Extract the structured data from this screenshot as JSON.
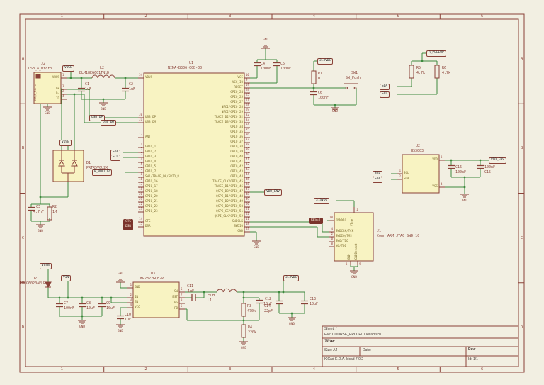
{
  "frame": {
    "columns": [
      "1",
      "2",
      "3",
      "4",
      "5",
      "6"
    ],
    "rows": [
      "A",
      "B",
      "C",
      "D"
    ]
  },
  "title_block": {
    "sheet": "Sheet: /",
    "file": "File: COURSE_PROJECT.kicad.sch",
    "title": "Title:",
    "size": "Size: A4",
    "date": "Date:",
    "rev": "Rev:",
    "generator": "KiCad E.D.A.  kicad 7.0.2",
    "id": "Id: 1/1"
  },
  "nets": {
    "vusb": "VUSB",
    "vin": "VIN",
    "usb_dp": "USB_DP",
    "usb_dm": "USB_DM",
    "sda": "SDA",
    "scl": "SCL",
    "r_pullup": "R_PULLUP",
    "v33": "3.3VDC",
    "vdd_env": "VDD_ENV",
    "gnd": "GND",
    "reset": "RESET",
    "cts": "CTS",
    "dsr": "DSR"
  },
  "components": {
    "U1": {
      "ref": "U1",
      "value": "NINA-B306-00B-00",
      "left_pins": [
        {
          "name": "VBUS",
          "num": "54"
        },
        null,
        null,
        null,
        null,
        null,
        null,
        null,
        {
          "name": "USB_DP",
          "num": "30"
        },
        {
          "name": "USB_DM",
          "num": "31"
        },
        null,
        null,
        {
          "name": "ANT",
          "num": "13"
        },
        null,
        {
          "name": "GPIO_1",
          "num": "1"
        },
        {
          "name": "GPIO_2",
          "num": "2"
        },
        {
          "name": "GPIO_3",
          "num": "3"
        },
        {
          "name": "GPIO_4",
          "num": "4"
        },
        {
          "name": "GPIO_5",
          "num": "5"
        },
        {
          "name": "GPIO_7",
          "num": "7"
        },
        {
          "name": "SW1/TRACE_D0/GPIO_8",
          "num": "8"
        },
        {
          "name": "GPIO_16",
          "num": "16"
        },
        {
          "name": "GPIO_17",
          "num": "17"
        },
        {
          "name": "GPIO_18",
          "num": "18"
        },
        {
          "name": "GPIO_20",
          "num": "20"
        },
        {
          "name": "GPIO_21",
          "num": "21"
        },
        {
          "name": "GPIO_22",
          "num": "22"
        },
        {
          "name": "GPIO_23",
          "num": "23"
        },
        null,
        {
          "name": "CTS",
          "num": "14"
        },
        {
          "name": "DSR",
          "num": "15"
        }
      ],
      "right_pins": [
        {
          "name": "VCC",
          "num": "10"
        },
        {
          "name": "VCC_IO",
          "num": "9"
        },
        {
          "name": "RESET",
          "num": "19"
        },
        {
          "name": "GPIO_24",
          "num": "24"
        },
        {
          "name": "GPIO_25",
          "num": "25"
        },
        {
          "name": "GPIO_27",
          "num": "27"
        },
        {
          "name": "NFC1/GPIO_28",
          "num": "28"
        },
        {
          "name": "NFC2/GPIO_29",
          "num": "29"
        },
        {
          "name": "TRACE_D2/GPIO_32",
          "num": "32"
        },
        {
          "name": "TRACE_D3/GPIO_33",
          "num": "33"
        },
        {
          "name": "GPIO_34",
          "num": "34"
        },
        {
          "name": "GPIO_35",
          "num": "35"
        },
        {
          "name": "GPIO_36",
          "num": "36"
        },
        {
          "name": "GPIO_37",
          "num": "37"
        },
        {
          "name": "GPIO_38",
          "num": "38"
        },
        {
          "name": "GPIO_39",
          "num": "39"
        },
        {
          "name": "GPIO_40",
          "num": "40"
        },
        {
          "name": "GPIO_41",
          "num": "41"
        },
        {
          "name": "GPIO_42",
          "num": "42"
        },
        {
          "name": "GPIO_43",
          "num": "43"
        },
        {
          "name": "GPIO_44",
          "num": "44"
        },
        {
          "name": "TRACE_CLK/GPIO_45",
          "num": "45"
        },
        {
          "name": "TRACE_D1/GPIO_46",
          "num": "46"
        },
        {
          "name": "QSPI_D3/GPIO_47",
          "num": "47"
        },
        {
          "name": "QSPI_D1/GPIO_48",
          "num": "48"
        },
        {
          "name": "QSPI_D2/GPIO_49",
          "num": "49"
        },
        {
          "name": "QSPI_D0/GPIO_50",
          "num": "50"
        },
        {
          "name": "QSPI_CS/GPIO_51",
          "num": "51"
        },
        {
          "name": "QSPI_CLK/GPIO_52",
          "num": "52"
        },
        {
          "name": "SWDCLK",
          "num": "11"
        },
        {
          "name": "SWDIO",
          "num": "18"
        },
        {
          "name": "GND",
          "num": "53"
        }
      ]
    },
    "J2": {
      "ref": "J2",
      "value": "USB_A_Micro",
      "pins": [
        {
          "name": "VBUS",
          "num": "1"
        },
        {
          "name": "D+",
          "num": "3"
        },
        {
          "name": "D-",
          "num": "2"
        },
        {
          "name": "ID",
          "num": "4"
        }
      ]
    },
    "L2": {
      "ref": "L2",
      "value": "BLM18EG601TN1D"
    },
    "C1": {
      "ref": "C1",
      "value": "1uF"
    },
    "C2": {
      "ref": "C2",
      "value": "1uF"
    },
    "D1": {
      "ref": "D1",
      "value": "PRTR5V0U2X"
    },
    "C3": {
      "ref": "C3",
      "value": "4.7nF"
    },
    "R2": {
      "ref": "R2",
      "value": "1M"
    },
    "C4": {
      "ref": "C4",
      "value": "100nF"
    },
    "C5": {
      "ref": "C5",
      "value": "100nF"
    },
    "R1": {
      "ref": "R1",
      "value": "0"
    },
    "SW1": {
      "ref": "SW1",
      "value": "SW_Push"
    },
    "C6": {
      "ref": "C6",
      "value": "100nF"
    },
    "R5": {
      "ref": "R5",
      "value": "4.7k"
    },
    "R6": {
      "ref": "R6",
      "value": "4.7k"
    },
    "U2": {
      "ref": "U2",
      "value": "HS3003",
      "left_pins": [
        {
          "name": "SCL",
          "num": "1"
        },
        {
          "name": "SDA",
          "num": "2"
        }
      ],
      "right_pins": [
        {
          "name": "VDD",
          "num": "3"
        },
        {
          "name": "VSS",
          "num": "4"
        }
      ]
    },
    "C16": {
      "ref": "C16",
      "value": "100nF"
    },
    "C15": {
      "ref": "C15",
      "value": "100nF"
    },
    "J1": {
      "ref": "J1",
      "value": "Conn_ARM_JTAG_SWD_10",
      "left_pins": [
        {
          "name": "nRESET",
          "num": "10"
        },
        {
          "name": "SWDCLK/TCK",
          "num": "4"
        },
        {
          "name": "SWDIO/TMS",
          "num": "2"
        },
        {
          "name": "SWO/TDO",
          "num": "6"
        },
        {
          "name": "NC/TDI",
          "num": "8"
        }
      ],
      "top_pin": {
        "name": "VTref",
        "num": "1"
      },
      "bottom_pins": [
        {
          "name": "GND",
          "num": "3"
        },
        {
          "name": "GNDDetect",
          "num": "9"
        }
      ]
    },
    "D2": {
      "ref": "D2",
      "value": "PMEG6020AELR"
    },
    "C7": {
      "ref": "C7",
      "value": "100nF"
    },
    "C8": {
      "ref": "C8",
      "value": "10uF"
    },
    "C9": {
      "ref": "C9",
      "value": "10uF"
    },
    "C10": {
      "ref": "C10",
      "value": "1uF"
    },
    "U3": {
      "ref": "U3",
      "value": "MP2322GQH-P",
      "left_pins": [
        {
          "name": "GND",
          "num": "1"
        },
        {
          "name": "IN",
          "num": "2"
        },
        {
          "name": "EN",
          "num": "3"
        },
        {
          "name": "VCC",
          "num": "4"
        }
      ],
      "right_pins": [
        {
          "name": "SW",
          "num": "6"
        },
        {
          "name": "BST",
          "num": "7"
        },
        {
          "name": "PG",
          "num": "8"
        },
        {
          "name": "FB",
          "num": "5"
        }
      ]
    },
    "C11": {
      "ref": "C11",
      "value": "1uF"
    },
    "L1": {
      "ref": "L1",
      "value": "1.5uH"
    },
    "R3": {
      "ref": "R3",
      "value": "470k"
    },
    "C14": {
      "ref": "C14",
      "value": "22pF"
    },
    "R4": {
      "ref": "R4",
      "value": "220k"
    },
    "C12": {
      "ref": "C12",
      "value": "10uF"
    },
    "C13": {
      "ref": "C13",
      "value": "10uF"
    }
  }
}
